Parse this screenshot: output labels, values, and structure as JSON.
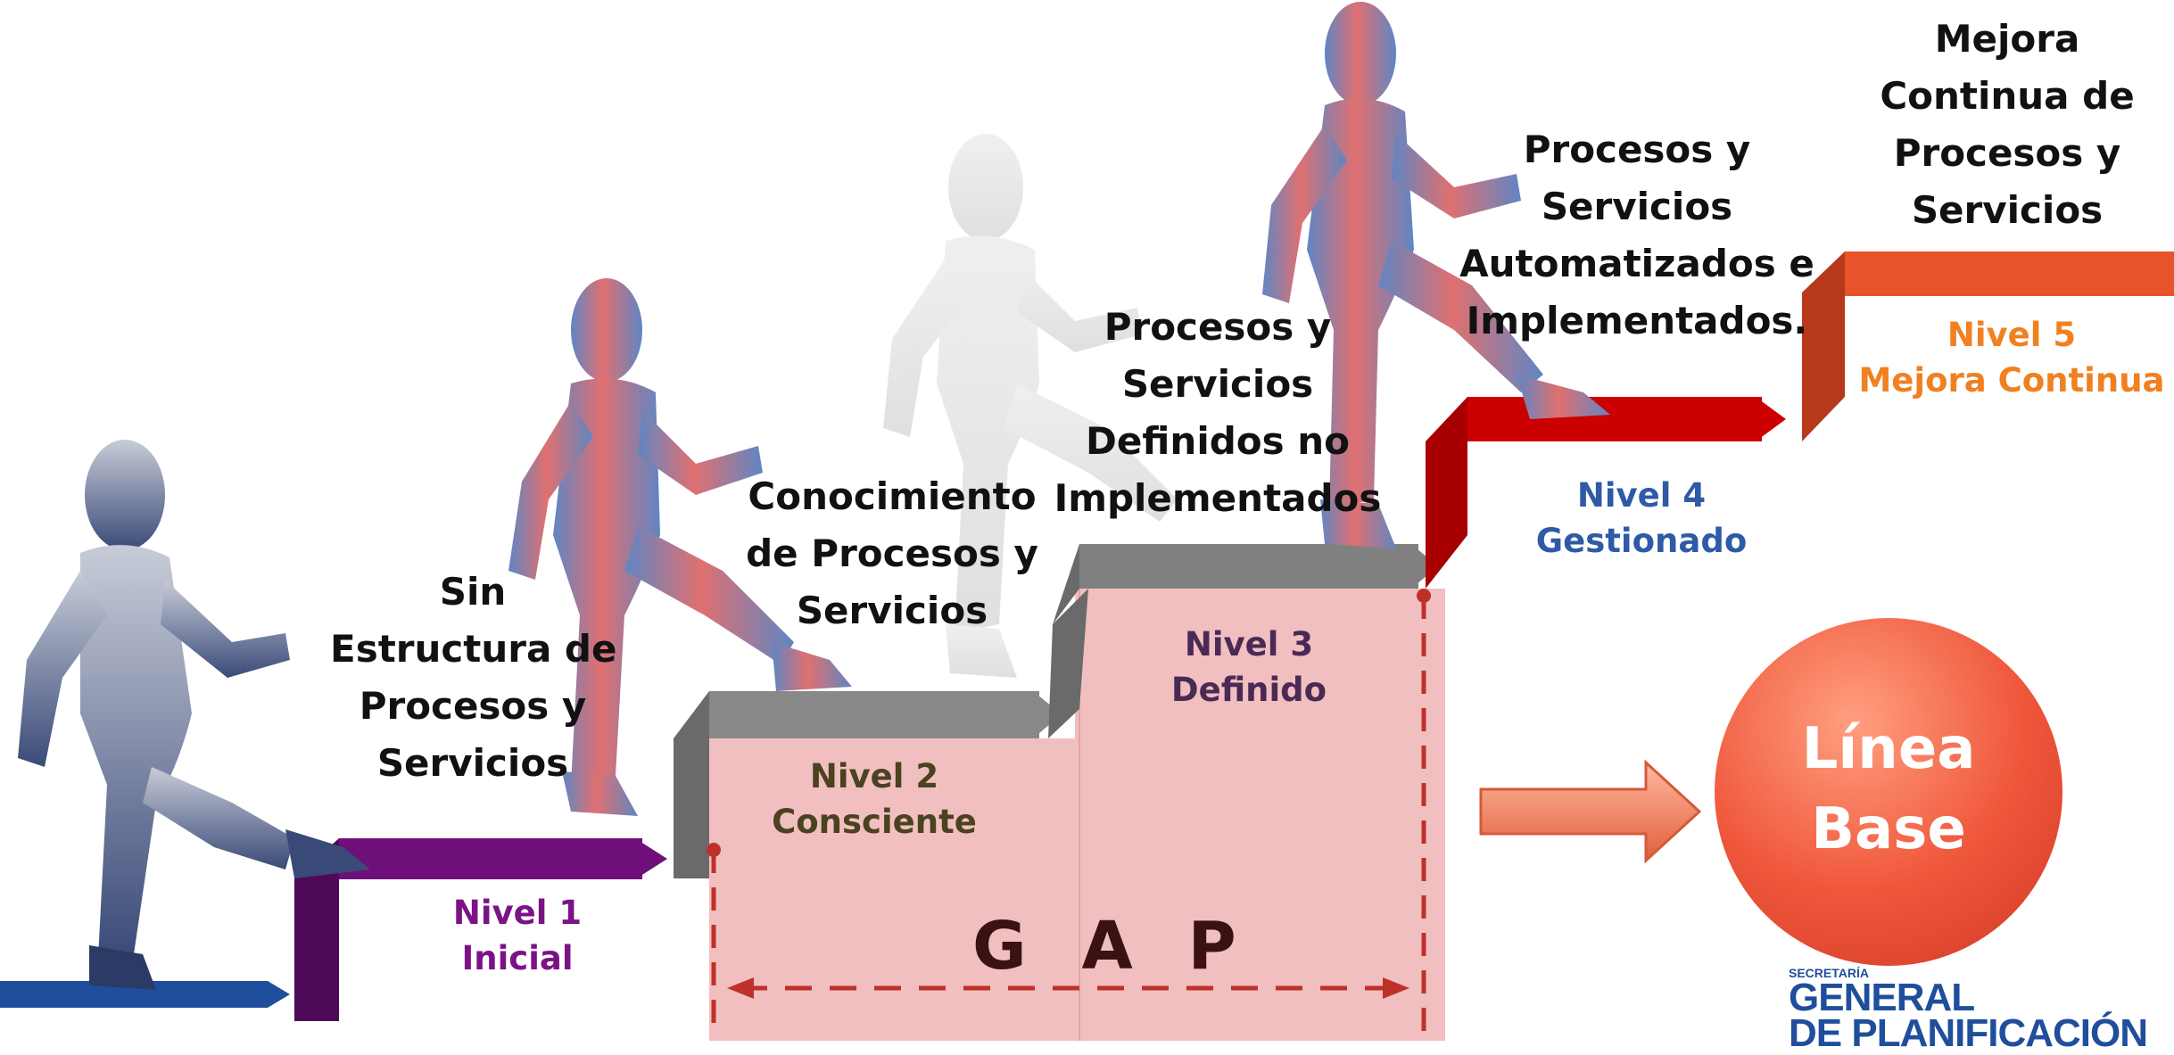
{
  "colors": {
    "base_stair": "#1f4e9c",
    "level1": "#6f0f7a",
    "level2_3": "#7a7a7a",
    "level4": "#cc0000",
    "level5": "#e8542a",
    "gap_fill": "#f0b8b8",
    "gap_dash": "#c0302a",
    "circle": "#f05a3e",
    "logo": "#1f4e9c"
  },
  "figures": [
    "walking-figure-1",
    "walking-figure-2",
    "walking-figure-3",
    "walking-figure-4"
  ],
  "steps": [
    {
      "description": [
        "Sin",
        "Estructura de",
        "Procesos y",
        "Servicios"
      ],
      "level_title": "Nivel 1",
      "level_name": "Inicial",
      "level_color": "#7b1387"
    },
    {
      "description": [
        "Conocimiento",
        "de Procesos y",
        "Servicios"
      ],
      "level_title": "Nivel 2",
      "level_name": "Consciente",
      "level_color": "#4a4220"
    },
    {
      "description": [
        "Procesos y",
        "Servicios",
        "Definidos no",
        "Implementados"
      ],
      "level_title": "Nivel 3",
      "level_name": "Definido",
      "level_color": "#4a2a55"
    },
    {
      "description": [
        "Procesos y",
        "Servicios",
        "Automatizados e",
        "Implementados."
      ],
      "level_title": "Nivel 4",
      "level_name": "Gestionado",
      "level_color": "#2e5aa6"
    },
    {
      "description": [
        "Mejora",
        "Continua de",
        "Procesos y",
        "Servicios"
      ],
      "level_title": "Nivel 5",
      "level_name": "Mejora Continua",
      "level_color": "#f08020"
    }
  ],
  "gap": {
    "label": "G A P"
  },
  "baseline": {
    "line1": "Línea",
    "line2": "Base"
  },
  "logo": {
    "line1": "SECRETARÍA",
    "line2": "GENERAL",
    "line3": "DE PLANIFICACIÓN"
  }
}
